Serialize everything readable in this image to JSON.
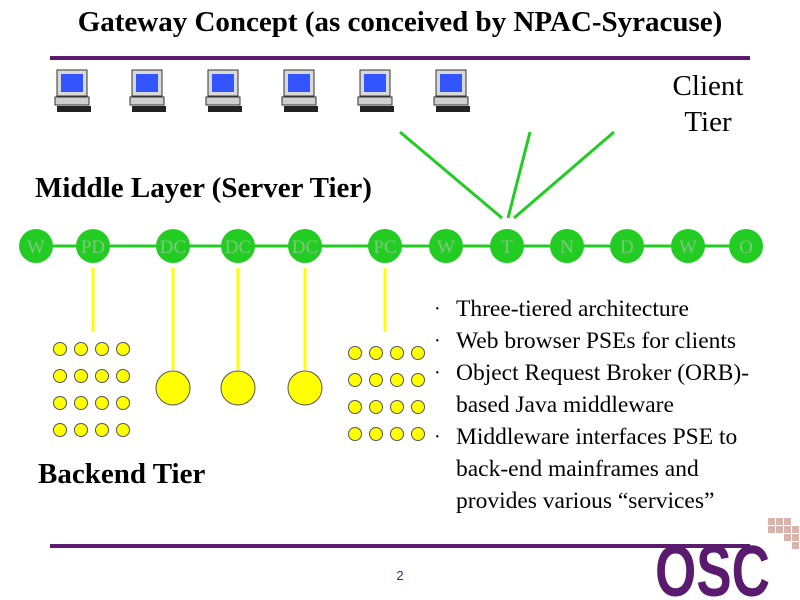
{
  "title": "Gateway Concept (as conceived by NPAC-Syracuse)",
  "client_tier": {
    "line1": "Client",
    "line2": "Tier"
  },
  "middle_layer": {
    "title": "Middle Layer (Server Tier)"
  },
  "backend_tier": {
    "title": "Backend Tier"
  },
  "server_nodes": [
    "W",
    "PD",
    "DC",
    "DC",
    "DC",
    "PC",
    "W",
    "T",
    "N",
    "D",
    "W",
    "O"
  ],
  "bullets": [
    {
      "lines": [
        "Three-tiered architecture"
      ]
    },
    {
      "lines": [
        "Web browser PSEs for clients"
      ]
    },
    {
      "lines": [
        "Object Request Broker (ORB)-",
        "based Java middleware"
      ]
    },
    {
      "lines": [
        "Middleware interfaces PSE to",
        "back-end mainframes and",
        "provides various “services”"
      ]
    }
  ],
  "page_number": "2",
  "logo": {
    "text": "OSC"
  },
  "colors": {
    "purple": "#5a1a6e",
    "green": "#22cc22",
    "yellow": "#ffff00",
    "monitor_blue": "#3355ff",
    "logo_grey": "#d8b4ac"
  }
}
